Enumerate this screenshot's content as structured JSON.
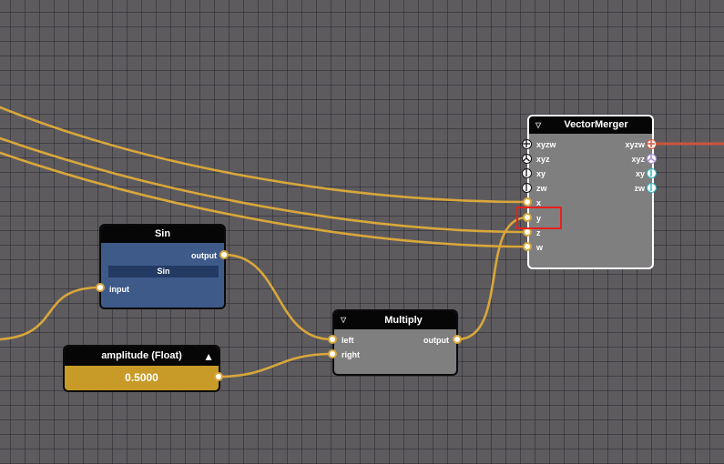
{
  "nodes": {
    "sin": {
      "title": "Sin",
      "output_label": "output",
      "function_label": "Sin",
      "input_label": "input"
    },
    "amplitude": {
      "title": "amplitude (Float)",
      "value": "0.5000"
    },
    "multiply": {
      "title": "Multiply",
      "left_label": "left",
      "right_label": "right",
      "output_label": "output"
    },
    "vector_merger": {
      "title": "VectorMerger",
      "inputs": [
        "xyzw",
        "xyz",
        "xy",
        "zw",
        "x",
        "y",
        "z",
        "w"
      ],
      "outputs": [
        "xyzw",
        "xyz",
        "xy",
        "zw"
      ]
    }
  },
  "colors": {
    "canvas": "#5e5b5f",
    "wire_float": "#d9a73a",
    "wire_vector4": "#c8553d",
    "sin_body": "#3e5a89",
    "amplitude_body": "#c89a27",
    "node_body": "#7f7f7f",
    "port_vector4": "#d9553d",
    "port_vector3": "#a98ad6",
    "port_vector2": "#37b8c0",
    "highlight": "#e8201c"
  },
  "icons": {
    "collapse": "triangle-down-icon",
    "expose": "triangle-up-icon"
  }
}
